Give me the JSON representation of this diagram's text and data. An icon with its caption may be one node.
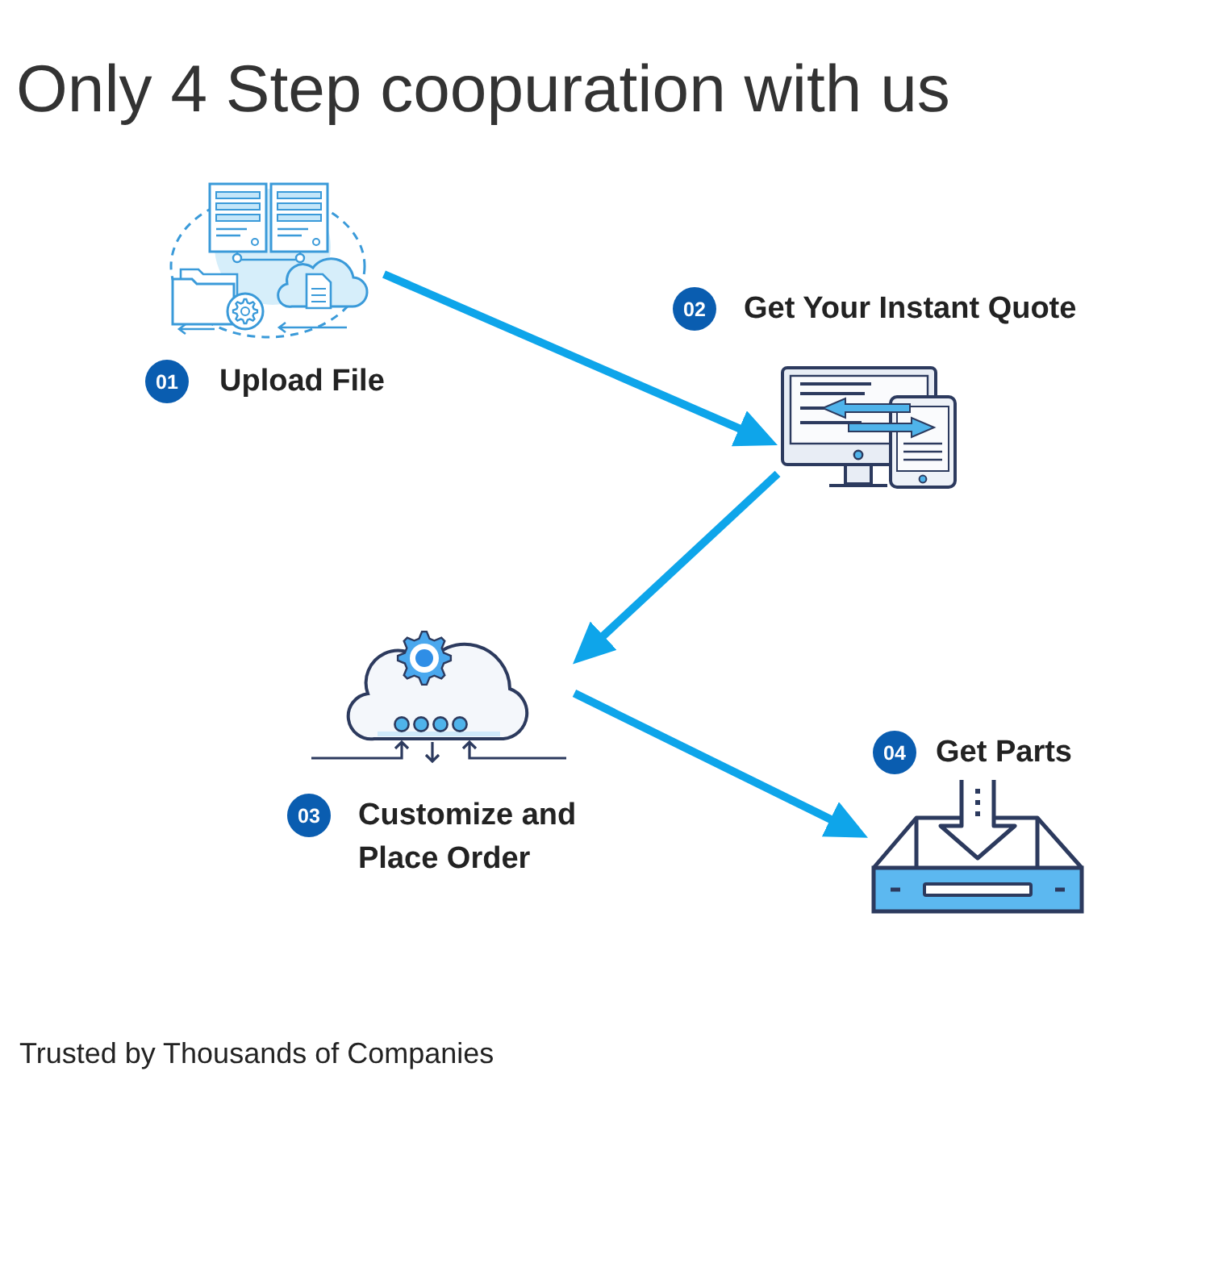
{
  "diagram": {
    "title": "Only 4 Step coopuration with us",
    "nodes": [
      {
        "text": [],
        "shape": "picture"
      },
      {
        "text": [
          "01"
        ],
        "beside": [
          "Upload File"
        ]
      },
      {
        "text": [
          "02"
        ],
        "beside": [
          "Get Your Instant Quote"
        ]
      },
      {
        "text": [],
        "shape": "picture"
      },
      {
        "text": [],
        "shape": "picture"
      },
      {
        "text": [
          "03"
        ],
        "beside": [
          "Customize and Place Order"
        ]
      },
      {
        "text": [
          "04"
        ],
        "beside": [
          "Get Parts"
        ]
      },
      {
        "text": [],
        "shape": "picture"
      }
    ],
    "edges": [
      {
        "from": 0,
        "to": 3,
        "arrow": "to"
      },
      {
        "from": 3,
        "to": 4,
        "arrow": "to"
      },
      {
        "from": 4,
        "to": 7,
        "arrow": "to"
      }
    ],
    "labels": [
      "Trusted by Thousands of Companies"
    ]
  }
}
